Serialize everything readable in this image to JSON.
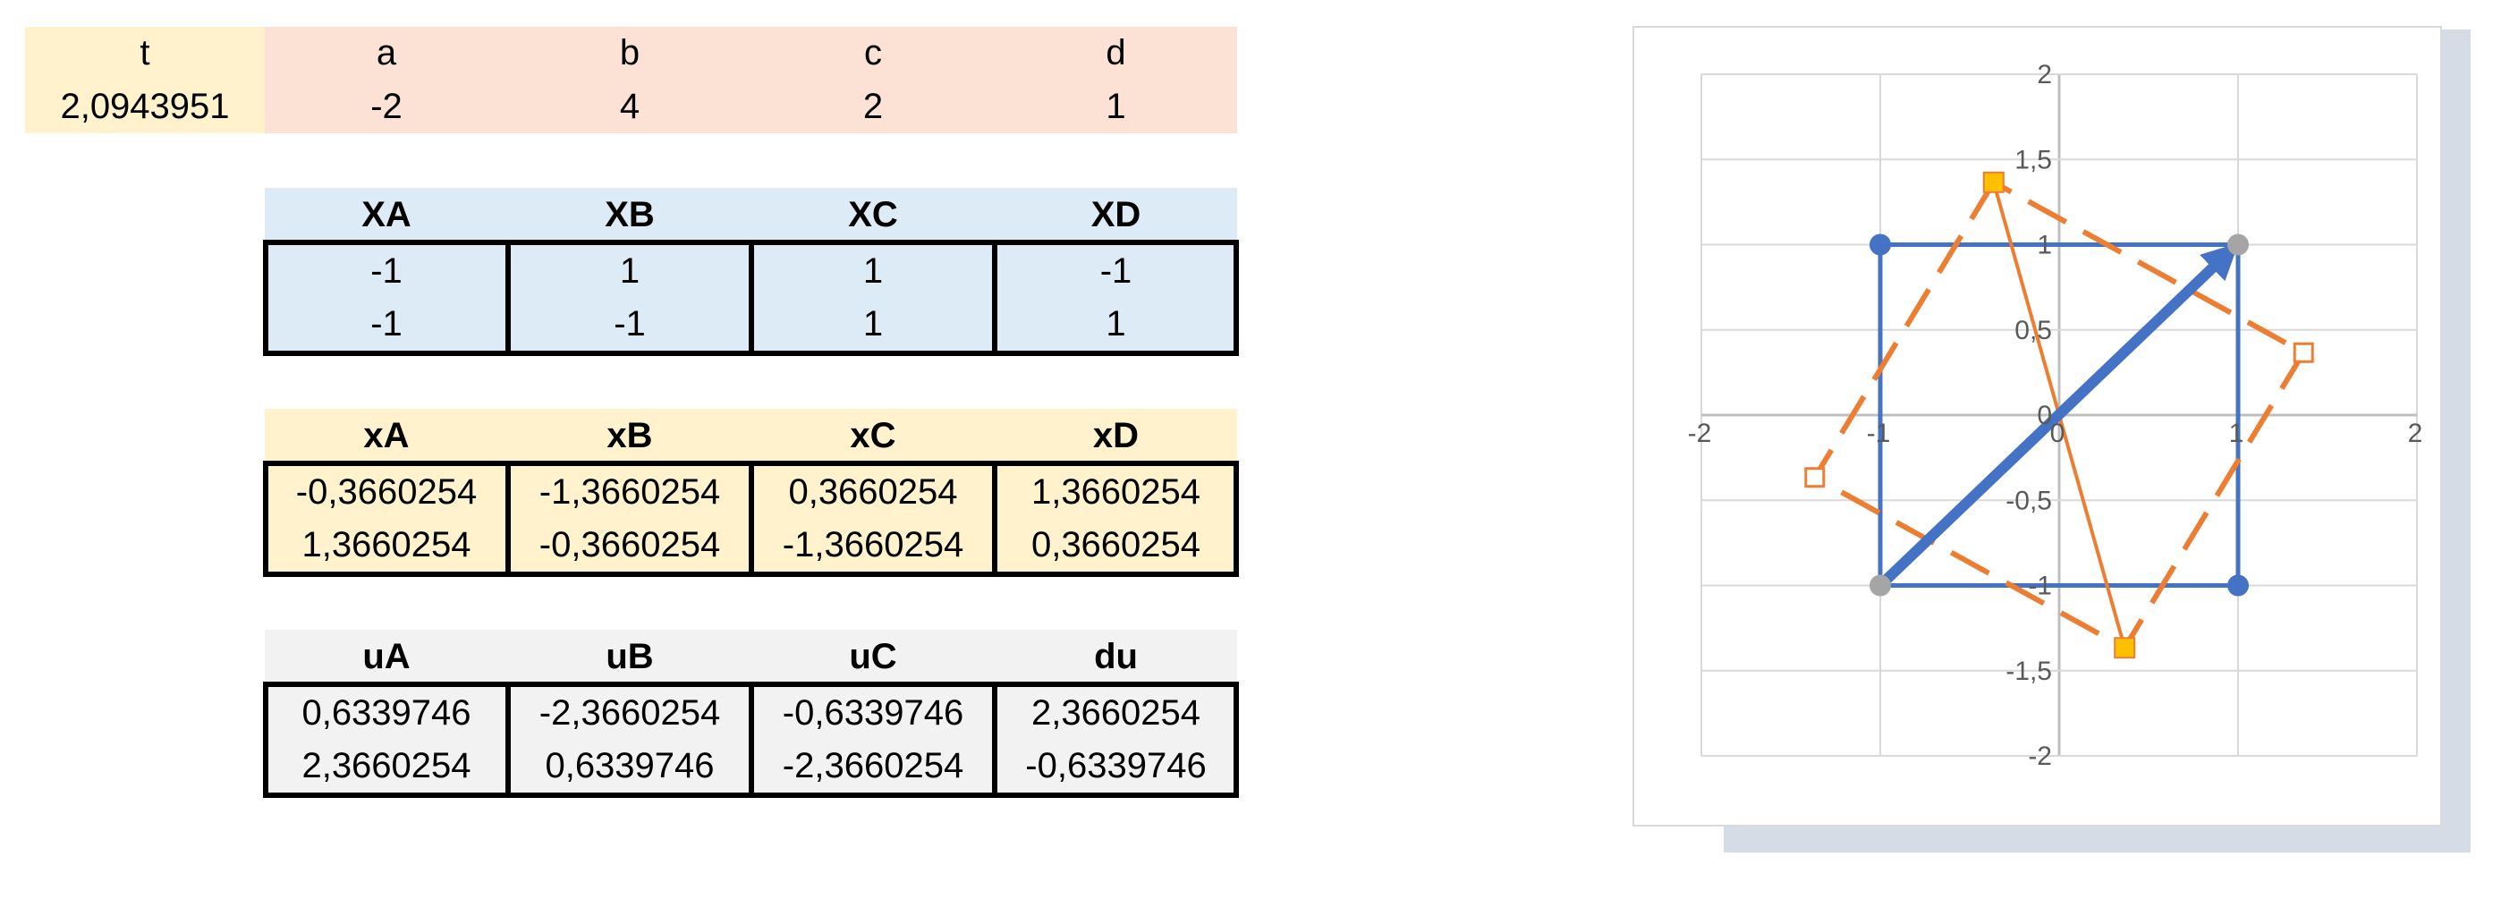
{
  "params": {
    "headers": [
      "t",
      "a",
      "b",
      "c",
      "d"
    ],
    "values": [
      "2,0943951",
      "-2",
      "4",
      "2",
      "1"
    ]
  },
  "tables": [
    {
      "id": "X",
      "headers": [
        "XA",
        "XB",
        "XC",
        "XD"
      ],
      "rows": [
        [
          "-1",
          "1",
          "1",
          "-1"
        ],
        [
          "-1",
          "-1",
          "1",
          "1"
        ]
      ],
      "color": "#ddebf7"
    },
    {
      "id": "x",
      "headers": [
        "xA",
        "xB",
        "xC",
        "xD"
      ],
      "rows": [
        [
          "-0,3660254",
          "-1,3660254",
          "0,3660254",
          "1,3660254"
        ],
        [
          "1,3660254",
          "-0,3660254",
          "-1,3660254",
          "0,3660254"
        ]
      ],
      "color": "#fff2cc"
    },
    {
      "id": "u",
      "headers": [
        "uA",
        "uB",
        "uC",
        "du"
      ],
      "rows": [
        [
          "0,6339746",
          "-2,3660254",
          "-0,6339746",
          "2,3660254"
        ],
        [
          "2,3660254",
          "0,6339746",
          "-2,3660254",
          "-0,6339746"
        ]
      ],
      "color": "#f2f2f2"
    }
  ],
  "chart_data": {
    "type": "scatter",
    "xlim": [
      -2,
      2
    ],
    "ylim": [
      -2,
      2
    ],
    "x_ticks": [
      "-2",
      "-1",
      "0",
      "1",
      "2"
    ],
    "y_ticks": [
      "2",
      "1,5",
      "1",
      "0,5",
      "0",
      "-0,5",
      "-1",
      "-1,5",
      "-2"
    ],
    "grid": true,
    "series": [
      {
        "style": "solid-square",
        "color": "#4472c4",
        "points": [
          [
            -1,
            -1
          ],
          [
            1,
            -1
          ],
          [
            1,
            1
          ],
          [
            -1,
            1
          ],
          [
            -1,
            -1
          ]
        ]
      },
      {
        "style": "dashed-rotated-square",
        "color": "#ed7d31",
        "points": [
          [
            -0.3660254,
            1.3660254
          ],
          [
            -1.3660254,
            -0.3660254
          ],
          [
            0.3660254,
            -1.3660254
          ],
          [
            1.3660254,
            0.3660254
          ],
          [
            -0.3660254,
            1.3660254
          ]
        ]
      },
      {
        "style": "thin-line",
        "color": "#ed7d31",
        "points": [
          [
            -0.3660254,
            1.3660254
          ],
          [
            0.3660254,
            -1.3660254
          ]
        ]
      },
      {
        "style": "arrow",
        "color": "#4472c4",
        "points": [
          [
            -1,
            -1
          ],
          [
            1,
            1
          ]
        ]
      }
    ],
    "markers": [
      {
        "x": -1,
        "y": 1,
        "color": "#4472c4",
        "shape": "circle"
      },
      {
        "x": 1,
        "y": -1,
        "color": "#4472c4",
        "shape": "circle"
      },
      {
        "x": 1,
        "y": 1,
        "color": "#a5a5a5",
        "shape": "circle"
      },
      {
        "x": -1,
        "y": -1,
        "color": "#a5a5a5",
        "shape": "circle"
      },
      {
        "x": -0.3660254,
        "y": 1.3660254,
        "color": "#ffc000",
        "shape": "filled-square"
      },
      {
        "x": 0.3660254,
        "y": -1.3660254,
        "color": "#ffc000",
        "shape": "filled-square"
      },
      {
        "x": -1.3660254,
        "y": -0.3660254,
        "color": "#ed7d31",
        "shape": "open-square"
      },
      {
        "x": 1.3660254,
        "y": 0.3660254,
        "color": "#ed7d31",
        "shape": "open-square"
      }
    ]
  }
}
